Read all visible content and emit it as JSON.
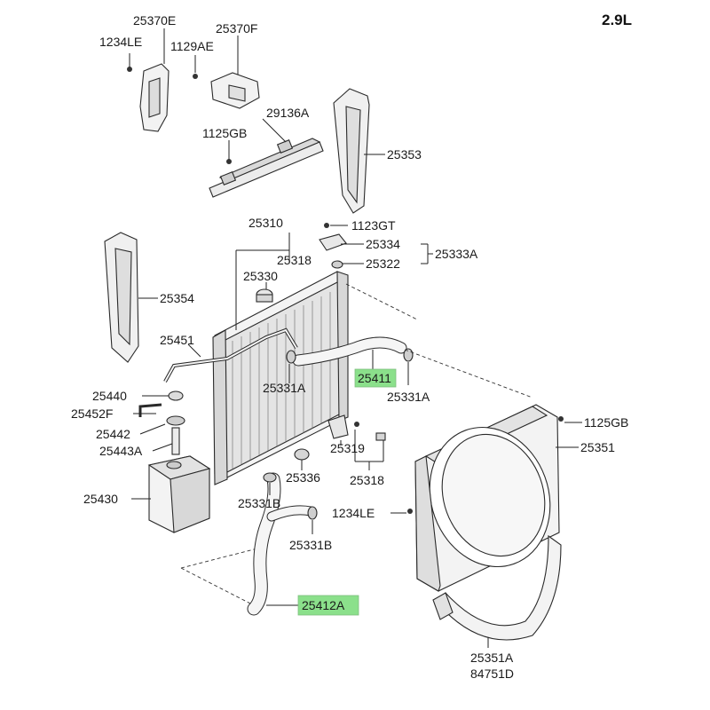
{
  "engine": "2.9L",
  "labels": {
    "p25370E": "25370E",
    "p1234LE_top": "1234LE",
    "p1129AE": "1129AE",
    "p25370F": "25370F",
    "p29136A": "29136A",
    "p1125GB_top": "1125GB",
    "p25353": "25353",
    "p1123GT": "1123GT",
    "p25310": "25310",
    "p25334": "25334",
    "p25333A": "25333A",
    "p25318_top": "25318",
    "p25322": "25322",
    "p25330": "25330",
    "p25354": "25354",
    "p25451": "25451",
    "p25331A_left": "25331A",
    "p25411": "25411",
    "p25331A_right": "25331A",
    "p25440": "25440",
    "p25452F": "25452F",
    "p25442": "25442",
    "p25443A": "25443A",
    "p25319": "25319",
    "p1125GB_right": "1125GB",
    "p25351": "25351",
    "p25318_bottom": "25318",
    "p25336": "25336",
    "p25430": "25430",
    "p25331B_a": "25331B",
    "p1234LE_bottom": "1234LE",
    "p25331B_b": "25331B",
    "p25412A": "25412A",
    "p25351A": "25351A",
    "p84751D": "84751D"
  },
  "highlighted_parts": [
    "25411",
    "25412A"
  ],
  "colors": {
    "highlight": "#8be08b",
    "line": "#222222"
  }
}
